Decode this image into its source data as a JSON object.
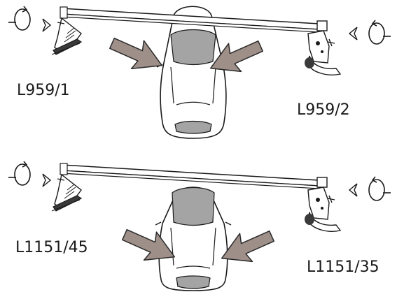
{
  "panels": [
    {
      "left_label": "L959/1",
      "right_label": "L959/2"
    },
    {
      "left_label": "L1151/45",
      "right_label": "L1151/35"
    }
  ],
  "colors": {
    "arrow_fill": "#9e8f88",
    "window_fill": "#a4a4a4",
    "line": "#1a1a1a",
    "pad_fill": "#3a3a3a"
  },
  "icons": {
    "tighten": "rotate-arrow-icon",
    "direction": "chevron-arrow-icon",
    "fit": "push-arrow-icon"
  }
}
